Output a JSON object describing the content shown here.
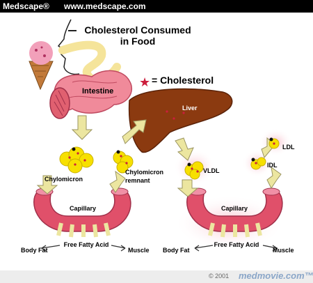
{
  "header": {
    "brand": "Medscape®",
    "url": "www.medscape.com"
  },
  "title": {
    "line1": "Cholesterol Consumed",
    "line2": "in Food"
  },
  "legend": {
    "symbol": "★",
    "text": "= Cholesterol"
  },
  "labels": {
    "intestine": "Intestine",
    "liver": "Liver",
    "chylomicron": "Chylomicron",
    "chylomicron_remnant_1": "Chylomicron",
    "chylomicron_remnant_2": "remnant",
    "vldl": "VLDL",
    "idl": "IDL",
    "ldl": "LDL",
    "capillary_left": "Capillary",
    "capillary_right": "Capillary",
    "ffa_left": "Free Fatty Acid",
    "ffa_right": "Free Fatty Acid",
    "body_fat_left": "Body Fat",
    "body_fat_right": "Body Fat",
    "muscle_left": "Muscle",
    "muscle_right": "Muscle"
  },
  "footer": {
    "copyright": "© 2001",
    "site": "medmovie.com™"
  },
  "colors": {
    "liver": "#8b3a10",
    "intestine": "#f08a9a",
    "capillary": "#e0506a",
    "lipoprotein": "#f7e000",
    "arrow": "#ece6a0",
    "star": "#cc1e3c"
  }
}
